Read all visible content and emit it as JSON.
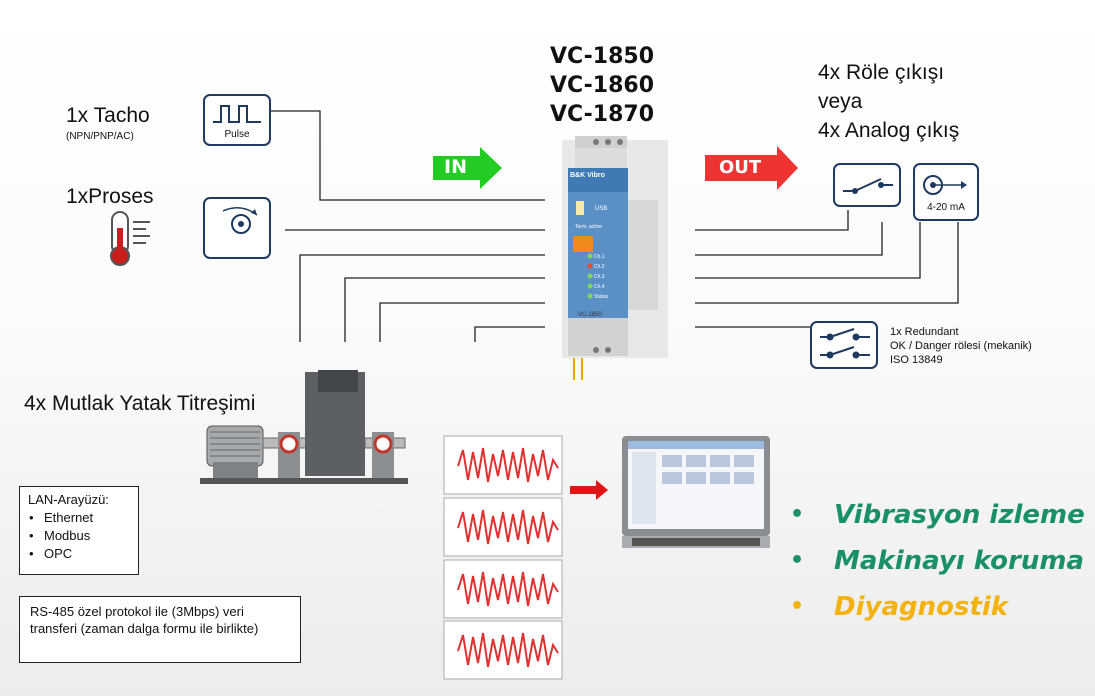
{
  "device": {
    "models": [
      "VC-1850",
      "VC-1860",
      "VC-1870"
    ],
    "brand": "B&K Vibro",
    "usb_label": "USB",
    "term_label": "Term. active",
    "leds": [
      "Ch.1",
      "Ch.2",
      "Ch.3",
      "Ch.4",
      "Status"
    ],
    "footer_label": "VC-1850"
  },
  "arrows": {
    "in_label": "IN",
    "out_label": "OUT"
  },
  "inputs": {
    "tacho_title": "1x Tacho",
    "tacho_subtitle": "(NPN/PNP/AC)",
    "pulse_label": "Pulse",
    "process_title": "1xProses",
    "vibration_title": "4x Mutlak Yatak Titreşimi"
  },
  "outputs": {
    "title_lines": [
      "4x Röle çıkışı",
      "veya",
      "4x Analog çıkış"
    ],
    "analog_label": "4-20 mA",
    "redundant_lines": [
      "1x Redundant",
      "OK / Danger rölesi (mekanik)",
      "ISO 13849"
    ]
  },
  "lan": {
    "title": "LAN-Arayüzü:",
    "items": [
      "Ethernet",
      "Modbus",
      "OPC"
    ]
  },
  "rs485_text": "RS-485 özel protokol ile (3Mbps) veri transferi (zaman dalga formu ile birlikte)",
  "features": [
    "Vibrasyon izleme",
    "Makinayı koruma",
    "Diyagnostik"
  ],
  "colors": {
    "accent_green": "#1a9068",
    "accent_yellow": "#f5b20b",
    "in_arrow": "#22cc22",
    "out_arrow": "#ee3333",
    "icon_border": "#1e3a5f"
  }
}
